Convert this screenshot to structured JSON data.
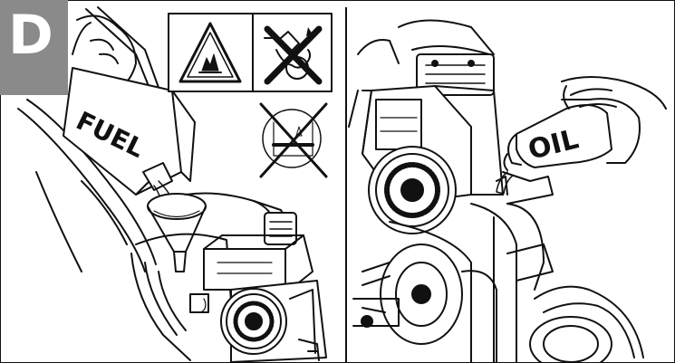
{
  "badge": {
    "letter": "D",
    "color": "#8a8a8a"
  },
  "left_panel": {
    "container_label": "FUEL",
    "warning_icons": [
      "flammable-warning-icon",
      "no-refuel-hot-engine-icon"
    ],
    "prohibition_icon": "no-filling-above-mark-icon"
  },
  "right_panel": {
    "container_label": "OIL"
  },
  "colors": {
    "line": "#111111",
    "badge": "#8a8a8a",
    "warning_fill": "#ffffff"
  }
}
